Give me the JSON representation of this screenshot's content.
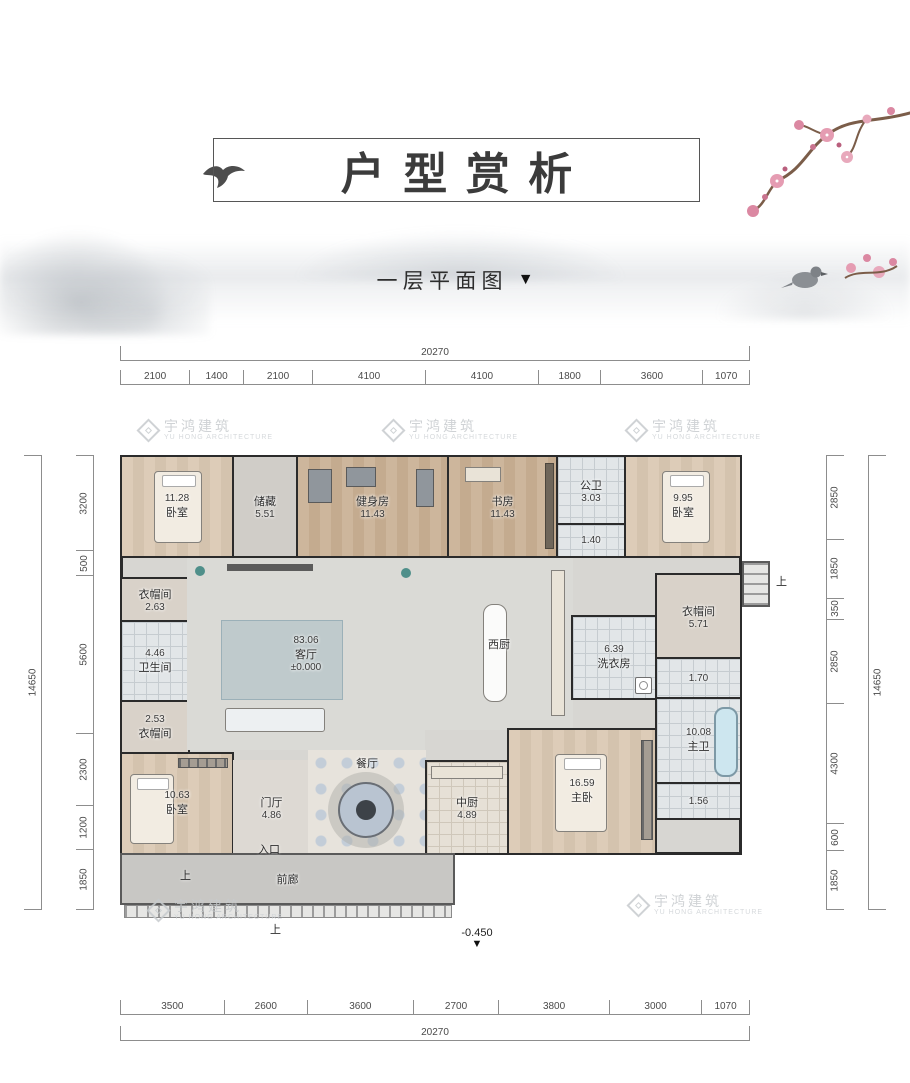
{
  "header": {
    "title": "户型赏析",
    "subtitle": "一层平面图"
  },
  "watermark": {
    "cn": "宇鸿建筑",
    "en": "YU HONG ARCHITECTURE"
  },
  "plan": {
    "dims": {
      "top_total": "20270",
      "top": [
        "2100",
        "1400",
        "2100",
        "4100",
        "4100",
        "1800",
        "3600",
        "1070"
      ],
      "bottom": [
        "3500",
        "2600",
        "3600",
        "2700",
        "3800",
        "3000",
        "1070"
      ],
      "bottom_total": "20270",
      "left": [
        "3200",
        "500",
        "5600",
        "2300",
        "1200",
        "1850"
      ],
      "left_total": "14650",
      "right": [
        "2850",
        "1850",
        "350",
        "2850",
        "4300",
        "600",
        "1850"
      ],
      "right_total": "14650"
    },
    "rooms": [
      {
        "name": "卧室",
        "area": "11.28"
      },
      {
        "name": "储藏",
        "area": "5.51"
      },
      {
        "name": "健身房",
        "area": "11.43"
      },
      {
        "name": "书房",
        "area": "11.43"
      },
      {
        "name": "公卫",
        "area": "3.03"
      },
      {
        "name": "",
        "area": "1.40"
      },
      {
        "name": "卧室",
        "area": "9.95"
      },
      {
        "name": "衣帽间",
        "area": "2.63"
      },
      {
        "name": "卫生间",
        "area": "4.46"
      },
      {
        "name": "客厅",
        "area": "83.06"
      },
      {
        "name": "西厨",
        "area": ""
      },
      {
        "name": "洗衣房",
        "area": "6.39"
      },
      {
        "name": "衣帽间",
        "area": "5.71"
      },
      {
        "name": "",
        "area": "1.70"
      },
      {
        "name": "主卫",
        "area": "10.08"
      },
      {
        "name": "",
        "area": "1.56"
      },
      {
        "name": "衣帽间",
        "area": "2.53"
      },
      {
        "name": "卧室",
        "area": "10.63"
      },
      {
        "name": "门厅",
        "area": "4.86"
      },
      {
        "name": "餐厅",
        "area": ""
      },
      {
        "name": "中厨",
        "area": "4.89"
      },
      {
        "name": "主卧",
        "area": "16.59"
      },
      {
        "name": "前廊",
        "area": ""
      }
    ],
    "labels": {
      "level_zero": "±0.000",
      "level_neg": "-0.450",
      "entrance": "入口",
      "up": "上"
    }
  }
}
